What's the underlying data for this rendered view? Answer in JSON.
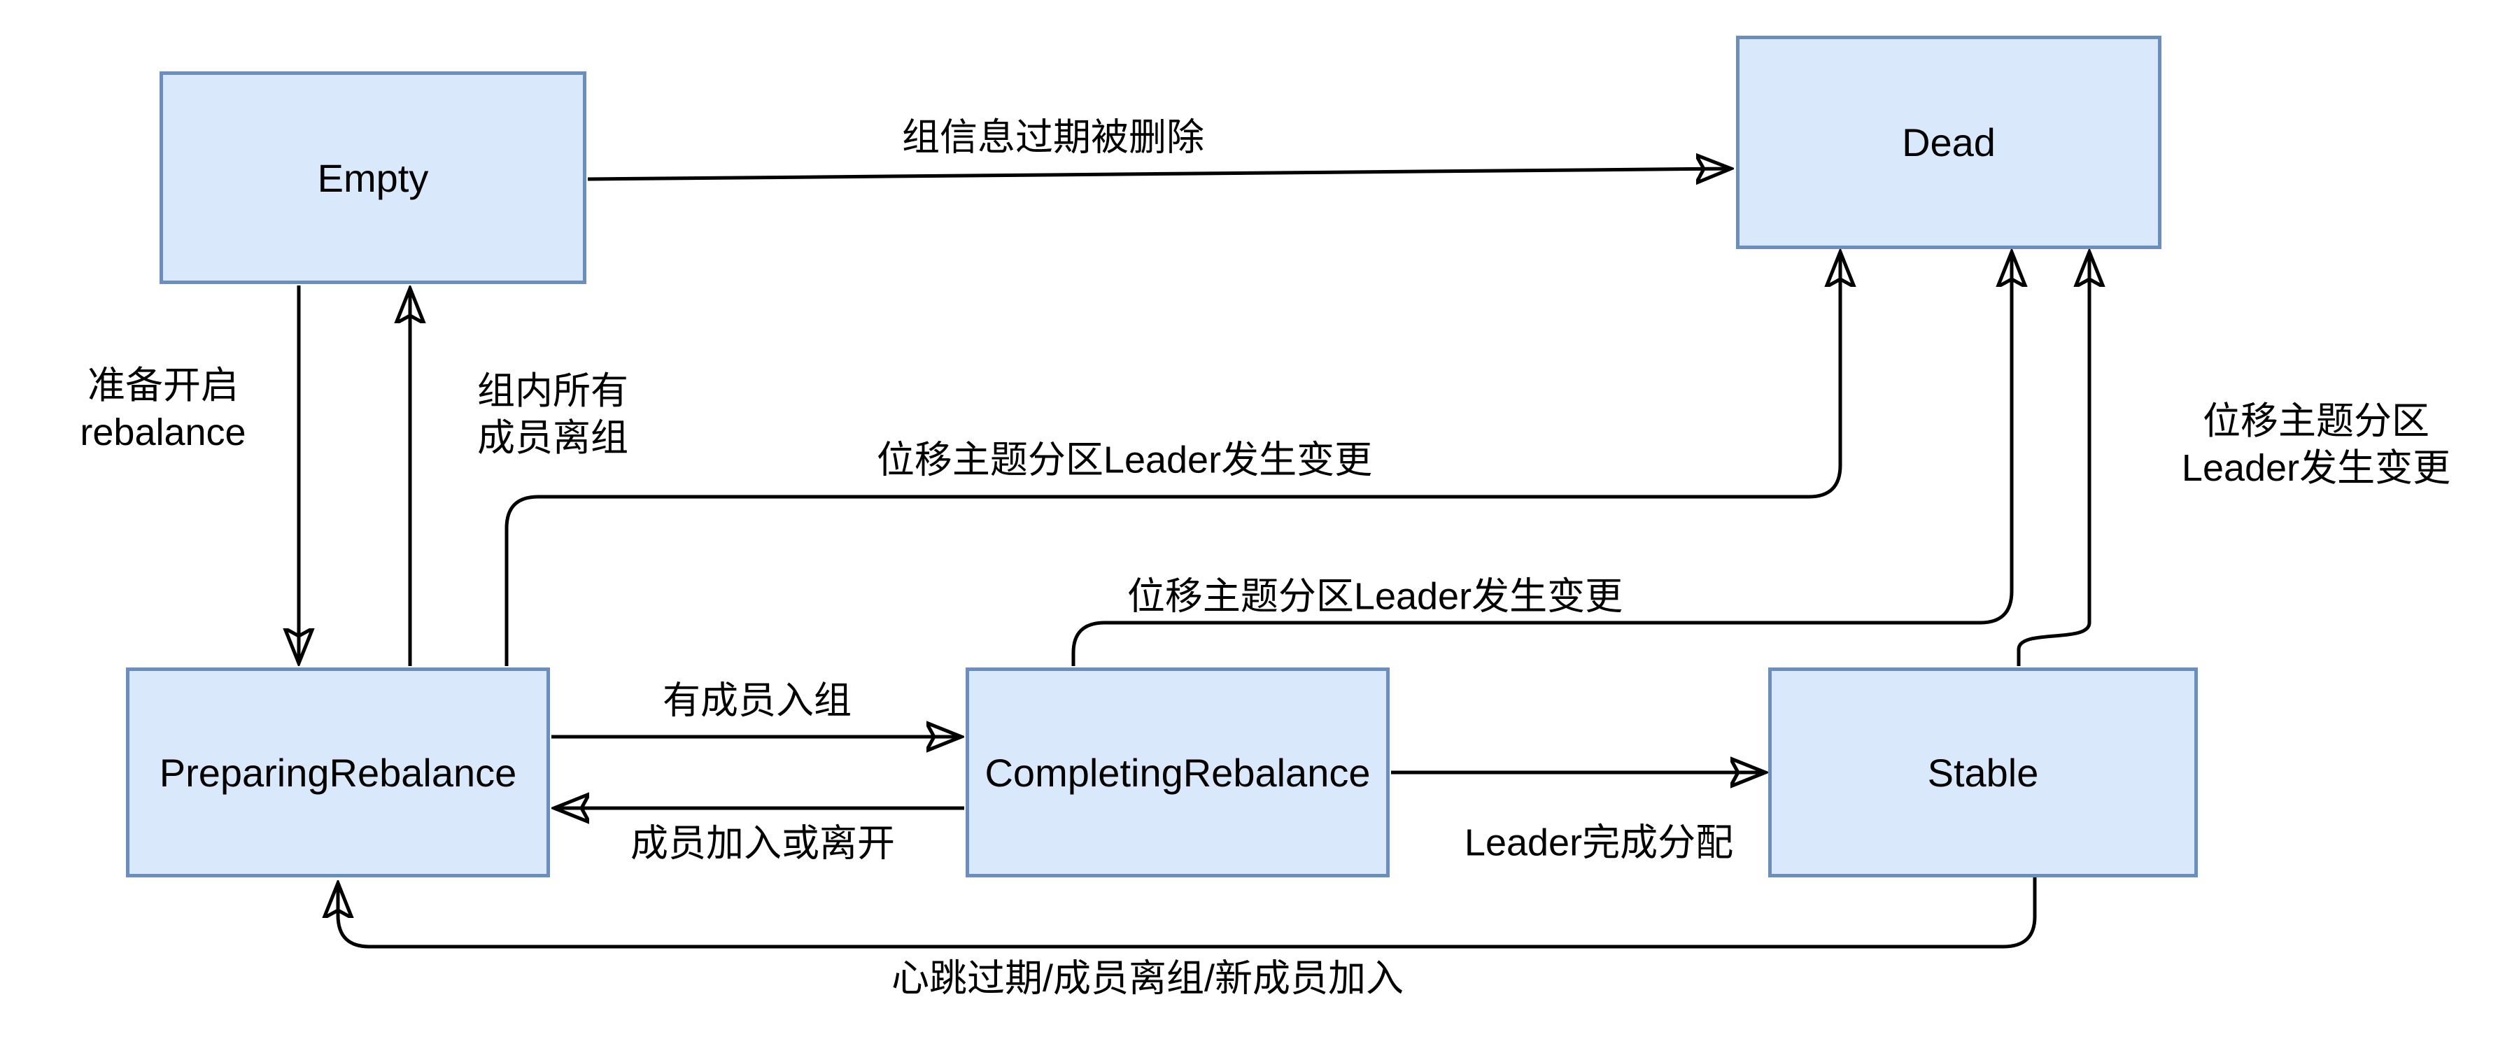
{
  "colors": {
    "node_fill": "#dae8fc",
    "node_border": "#6c8ebf",
    "arrow": "#000000",
    "background": "#ffffff"
  },
  "nodes": {
    "empty": {
      "label": "Empty"
    },
    "dead": {
      "label": "Dead"
    },
    "preparing": {
      "label": "PreparingRebalance"
    },
    "completing": {
      "label": "CompletingRebalance"
    },
    "stable": {
      "label": "Stable"
    }
  },
  "edges": {
    "empty_to_dead": {
      "label": "组信息过期被删除"
    },
    "empty_to_preparing": {
      "label_line1": "准备开启",
      "label_line2": "rebalance"
    },
    "preparing_to_empty": {
      "label_line1": "组内所有",
      "label_line2": "成员离组"
    },
    "preparing_to_dead": {
      "label": "位移主题分区Leader发生变更"
    },
    "preparing_to_completing": {
      "label": "有成员入组"
    },
    "completing_to_preparing": {
      "label": "成员加入或离开"
    },
    "completing_to_dead": {
      "label": "位移主题分区Leader发生变更"
    },
    "completing_to_stable": {
      "label": "Leader完成分配"
    },
    "stable_to_dead": {
      "label_line1": "位移主题分区",
      "label_line2": "Leader发生变更"
    },
    "stable_to_preparing": {
      "label": "心跳过期/成员离组/新成员加入"
    }
  }
}
